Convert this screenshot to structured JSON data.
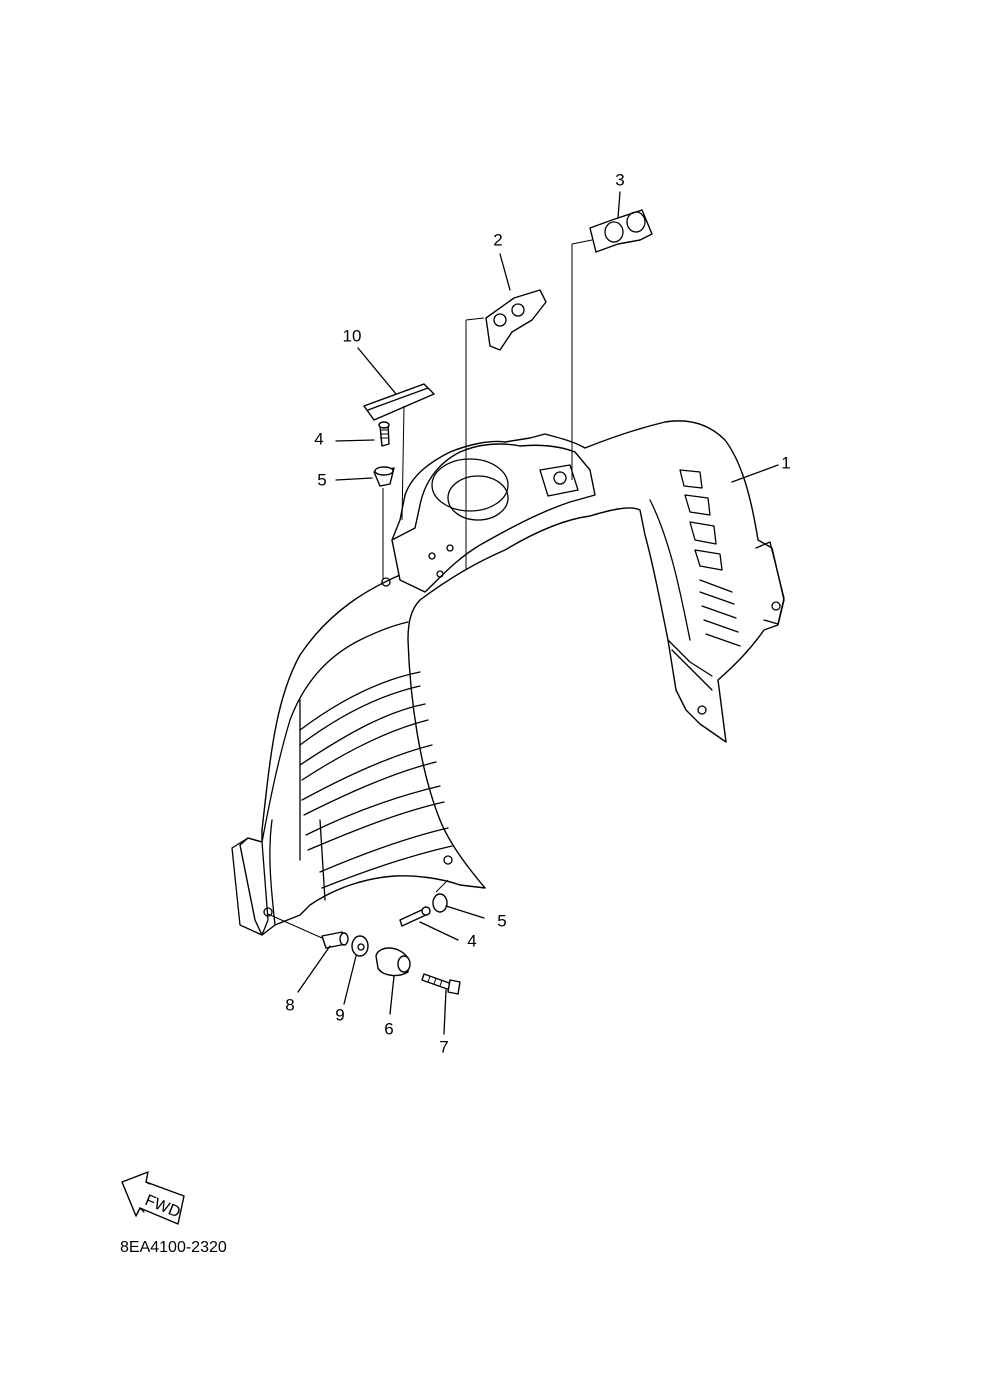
{
  "diagram": {
    "callouts": [
      "1",
      "2",
      "3",
      "4",
      "5",
      "4",
      "5",
      "6",
      "7",
      "8",
      "9",
      "10"
    ],
    "drawing_code": "8EA4100-2320",
    "fwd_label": "FWD"
  },
  "colors": {
    "ink": "#000000",
    "paper": "#ffffff"
  }
}
